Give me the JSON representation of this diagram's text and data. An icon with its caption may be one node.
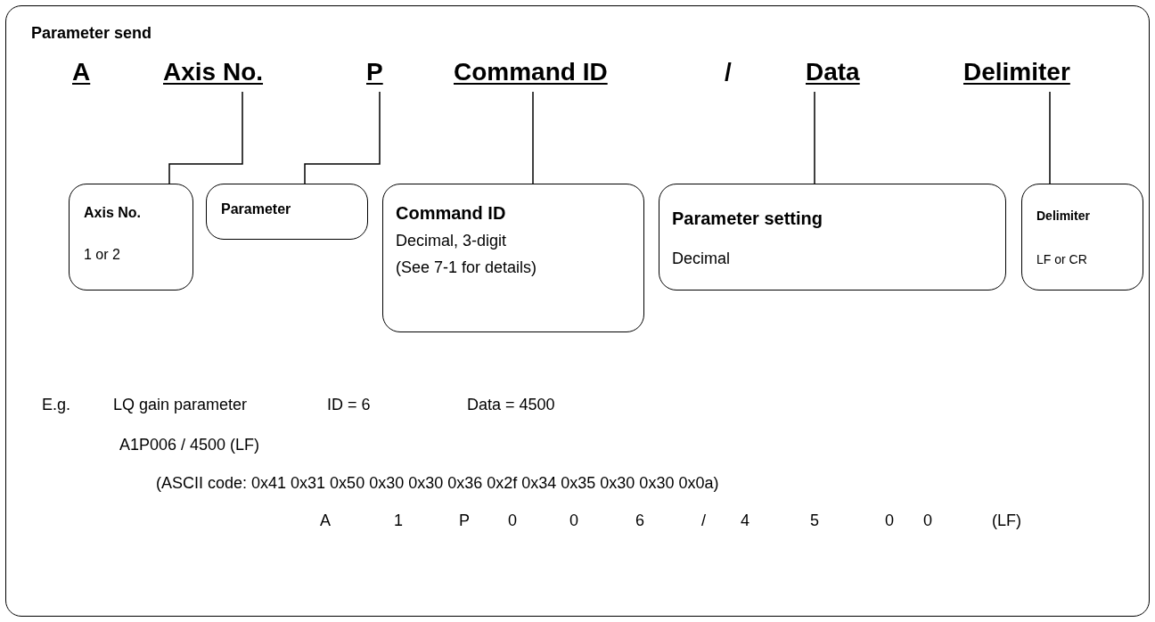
{
  "diagram": {
    "nodes": [
      {
        "text": [
          "Parameter send"
        ]
      },
      {
        "text": [
          "Axis No."
        ],
        "in": 0
      },
      {
        "text": [
          "P"
        ],
        "in": 0
      },
      {
        "text": [
          "Command ID"
        ],
        "in": 0
      },
      {
        "text": [
          "Data"
        ],
        "in": 0
      },
      {
        "text": [
          "Delimiter"
        ],
        "in": 0
      },
      {
        "text": [
          "Axis No.",
          "1 or 2"
        ],
        "in": 0
      },
      {
        "text": [
          "Parameter"
        ],
        "in": 0
      },
      {
        "text": [
          "Command ID",
          "Decimal, 3-digit",
          "(See 7-1 for details)"
        ],
        "in": 0
      },
      {
        "text": [
          "Parameter setting",
          "Decimal"
        ],
        "in": 0
      },
      {
        "text": [
          "Delimiter",
          "LF or CR"
        ],
        "in": 0
      }
    ],
    "edges": [
      {
        "from": 1,
        "to": 6,
        "arrow": "none"
      },
      {
        "from": 2,
        "to": 7,
        "arrow": "none"
      },
      {
        "from": 3,
        "to": 8,
        "arrow": "none"
      },
      {
        "from": 4,
        "to": 9,
        "arrow": "none"
      },
      {
        "from": 5,
        "to": 10,
        "arrow": "none"
      }
    ],
    "labels": [
      "A",
      "/",
      "E.g.",
      "LQ gain parameter",
      "ID = 6",
      "Data = 4500",
      "A1P006 / 4500 (LF)",
      "(ASCII code: 0x41 0x31 0x50 0x30 0x30 0x36 0x2f 0x34 0x35 0x30 0x30 0x0a)",
      "A",
      "1",
      "P",
      "0",
      "0",
      "6",
      "/",
      "4",
      "5",
      "0",
      "0",
      "(LF)"
    ]
  }
}
